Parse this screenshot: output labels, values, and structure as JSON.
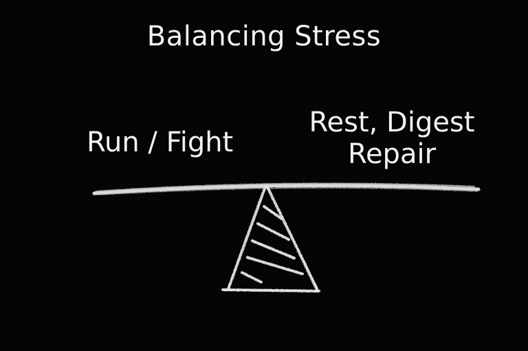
{
  "title": "Balancing Stress",
  "left_label": "Run / Fight",
  "right_label": {
    "line1": "Rest, Digest",
    "line2": "Repair"
  },
  "colors": {
    "background": "#000000",
    "chalk": "#e8e8e8"
  }
}
